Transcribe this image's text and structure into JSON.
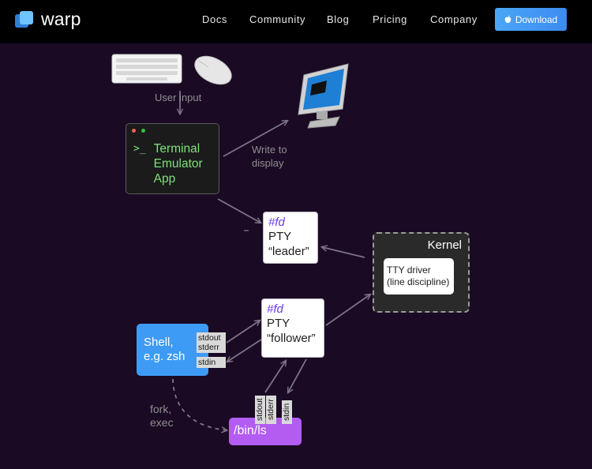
{
  "nav": {
    "brand": "warp",
    "links": [
      "Docs",
      "Community",
      "Blog",
      "Pricing",
      "Company"
    ],
    "download_label": "Download",
    "download_icon": "apple-icon"
  },
  "diagram": {
    "user_input": "User input",
    "write_to_display": [
      "Write to",
      "display"
    ],
    "terminal": {
      "prompt": ">_",
      "lines": [
        "Terminal",
        "Emulator",
        "App"
      ]
    },
    "pty_leader": {
      "fd": "#fd",
      "lines": [
        "PTY",
        "“leader”"
      ]
    },
    "pty_follower": {
      "fd": "#fd",
      "lines": [
        "PTY",
        "“follower”"
      ]
    },
    "kernel": {
      "label": "Kernel",
      "tty_lines": [
        "TTY driver",
        "(line discipline)"
      ]
    },
    "shell": {
      "lines": [
        "Shell,",
        "e.g. zsh"
      ]
    },
    "shell_io": {
      "stdout": "stdout",
      "stderr": "stderr",
      "stdin": "stdin"
    },
    "binls": {
      "label": "/bin/ls",
      "io": [
        "stdout",
        "stderr",
        "stdin"
      ]
    },
    "fork_exec": [
      "fork,",
      "exec"
    ]
  },
  "colors": {
    "background": "#1a0a24",
    "terminal_text": "#7ee07a",
    "shell_box": "#3d9bf5",
    "binls_box": "#b25cf2",
    "fd_text": "#6a3df0",
    "arrow": "#7d7388"
  }
}
